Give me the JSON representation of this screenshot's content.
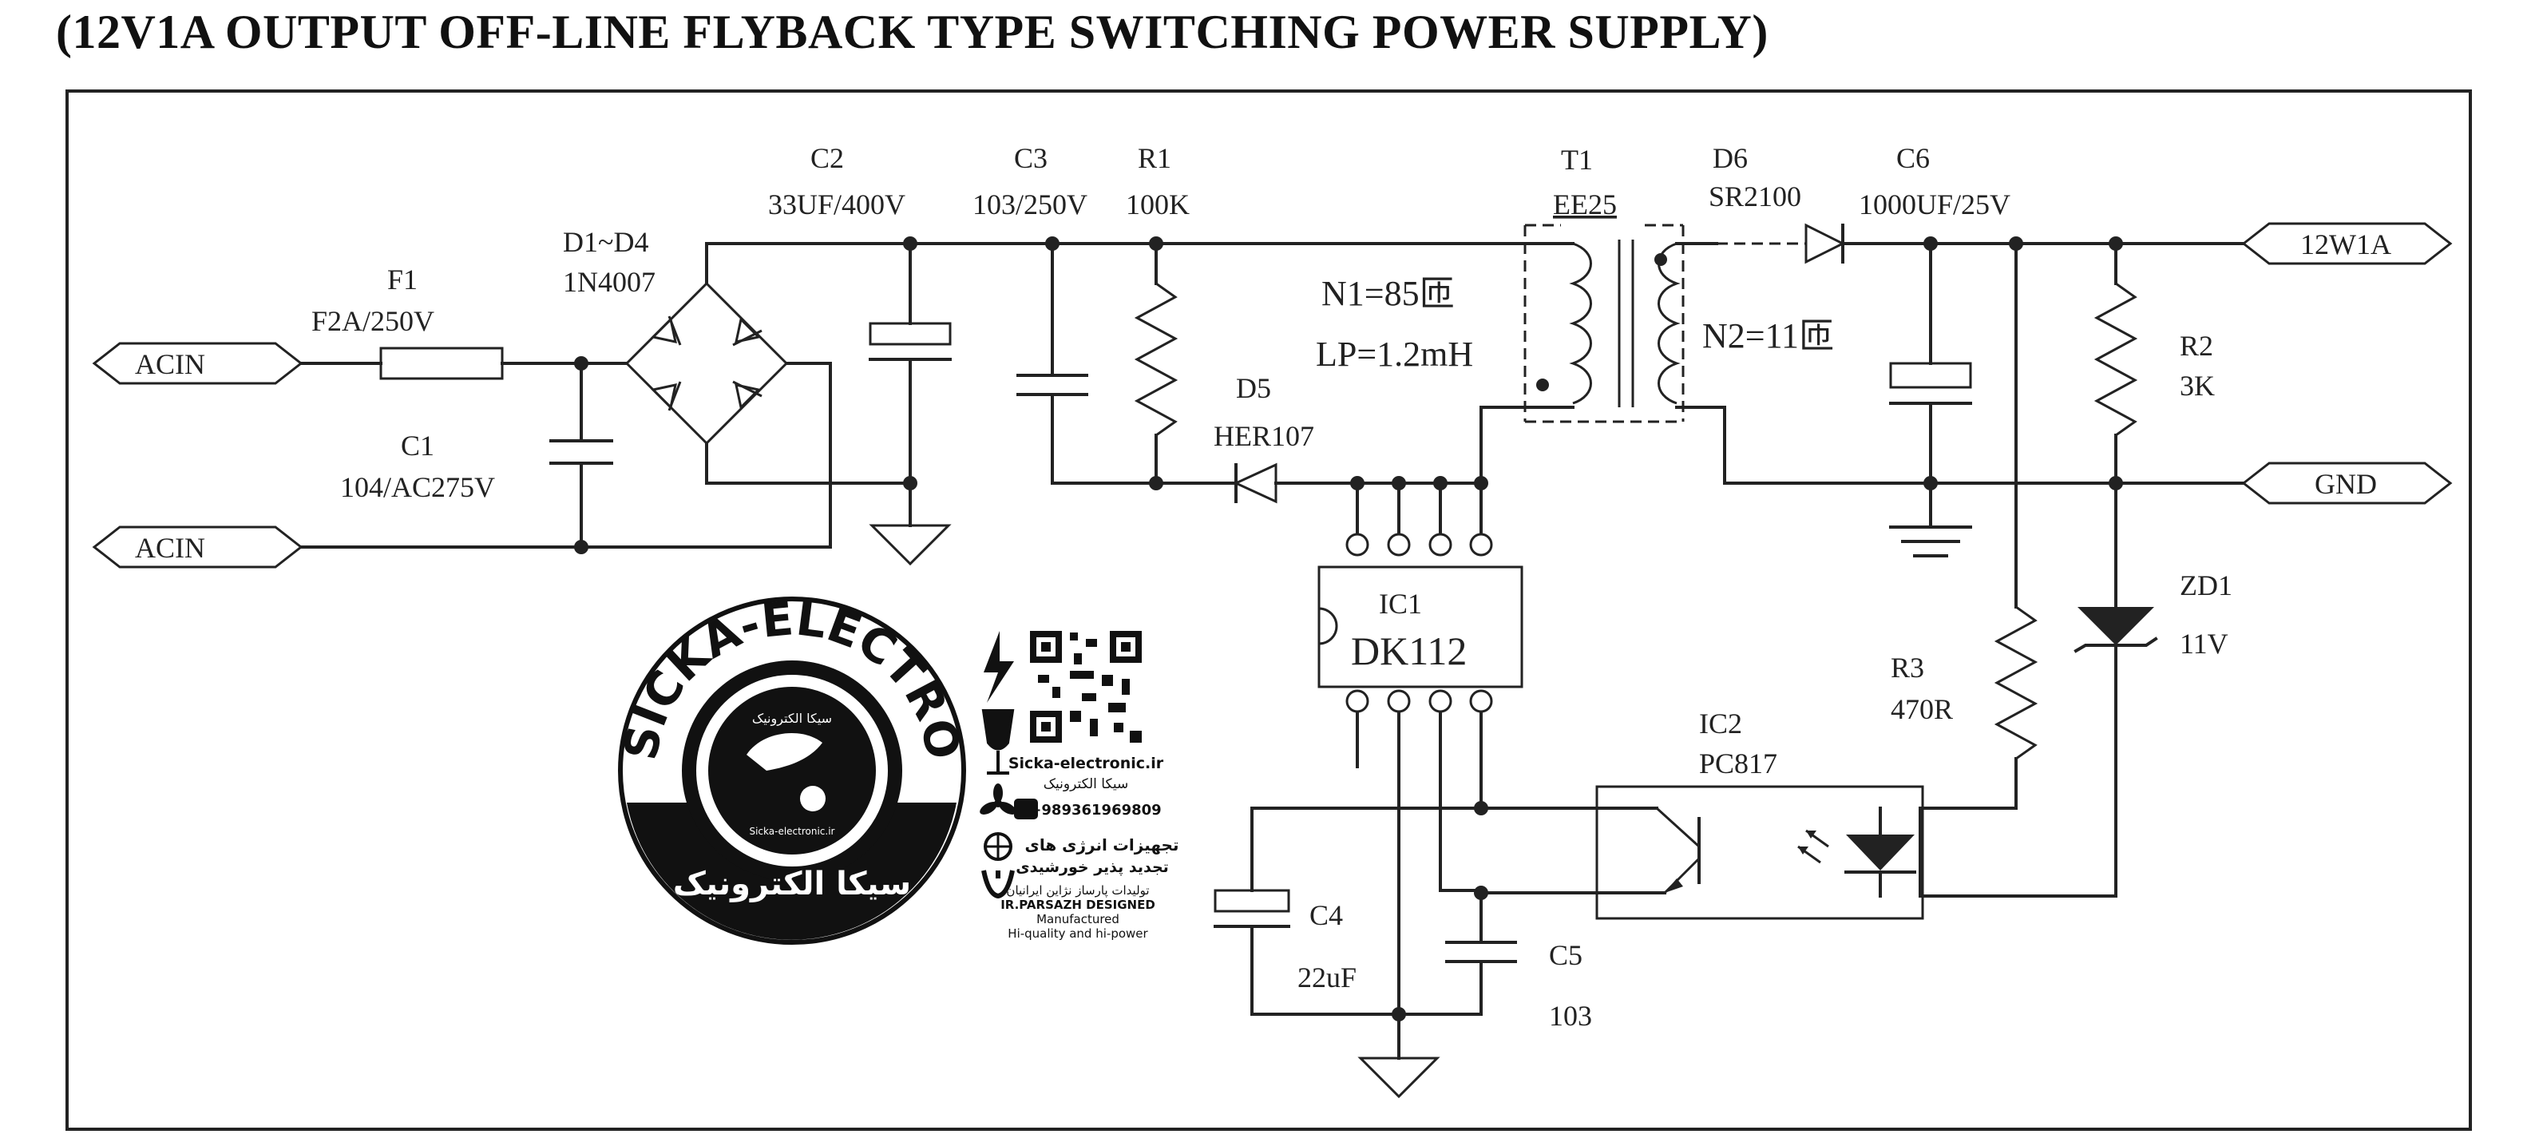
{
  "title": "(12V1A OUTPUT OFF-LINE FLYBACK TYPE SWITCHING POWER SUPPLY)",
  "ports": {
    "acin_top": "ACIN",
    "acin_bottom": "ACIN",
    "out": "12W1A",
    "gnd": "GND"
  },
  "components": {
    "f1": {
      "ref": "F1",
      "value": "F2A/250V"
    },
    "d1d4": {
      "ref": "D1~D4",
      "value": "1N4007"
    },
    "c1": {
      "ref": "C1",
      "value": "104/AC275V"
    },
    "c2": {
      "ref": "C2",
      "value": "33UF/400V"
    },
    "c3": {
      "ref": "C3",
      "value": "103/250V"
    },
    "r1": {
      "ref": "R1",
      "value": "100K"
    },
    "d5": {
      "ref": "D5",
      "value": "HER107"
    },
    "t1": {
      "ref": "T1",
      "value": "EE25",
      "n1": "N1=85匝",
      "lp": "LP=1.2mH",
      "n2": "N2=11匝"
    },
    "d6": {
      "ref": "D6",
      "value": "SR2100"
    },
    "c6": {
      "ref": "C6",
      "value": "1000UF/25V"
    },
    "r2": {
      "ref": "R2",
      "value": "3K"
    },
    "zd1": {
      "ref": "ZD1",
      "value": "11V"
    },
    "r3": {
      "ref": "R3",
      "value": "470R"
    },
    "ic1": {
      "ref": "IC1",
      "value": "DK112"
    },
    "ic2": {
      "ref": "IC2",
      "value": "PC817"
    },
    "c4": {
      "ref": "C4",
      "value": "22uF"
    },
    "c5": {
      "ref": "C5",
      "value": "103"
    }
  },
  "watermark": {
    "ring_text": "SICKA-ELECTRONIC.IR",
    "ring_bottom_text": "سیکا الکترونیک",
    "inner_text": "سیکا الکترونیک",
    "inner_caption": "Sicka-electronic.ir",
    "site": "Sicka-electronic.ir",
    "site_fa": "سیکا الکترونیک",
    "phone": "+989361969809",
    "line1": "تجهیزات انرژی های",
    "line2": "تجدید پذیر خورشیدی",
    "line3": "تولیدات پارساز نژاین ایرانیان",
    "line4": "IR.PARSAZH DESIGNED",
    "line5": "Manufactured",
    "line6": "Hi-quality and hi-power",
    "icons": [
      "lightning-icon",
      "fragile-glass-icon",
      "fan-icon",
      "globe-icon",
      "hands-icon",
      "phone-icon",
      "qr-code-icon"
    ]
  },
  "colors": {
    "ink": "#222222",
    "background": "#ffffff"
  }
}
